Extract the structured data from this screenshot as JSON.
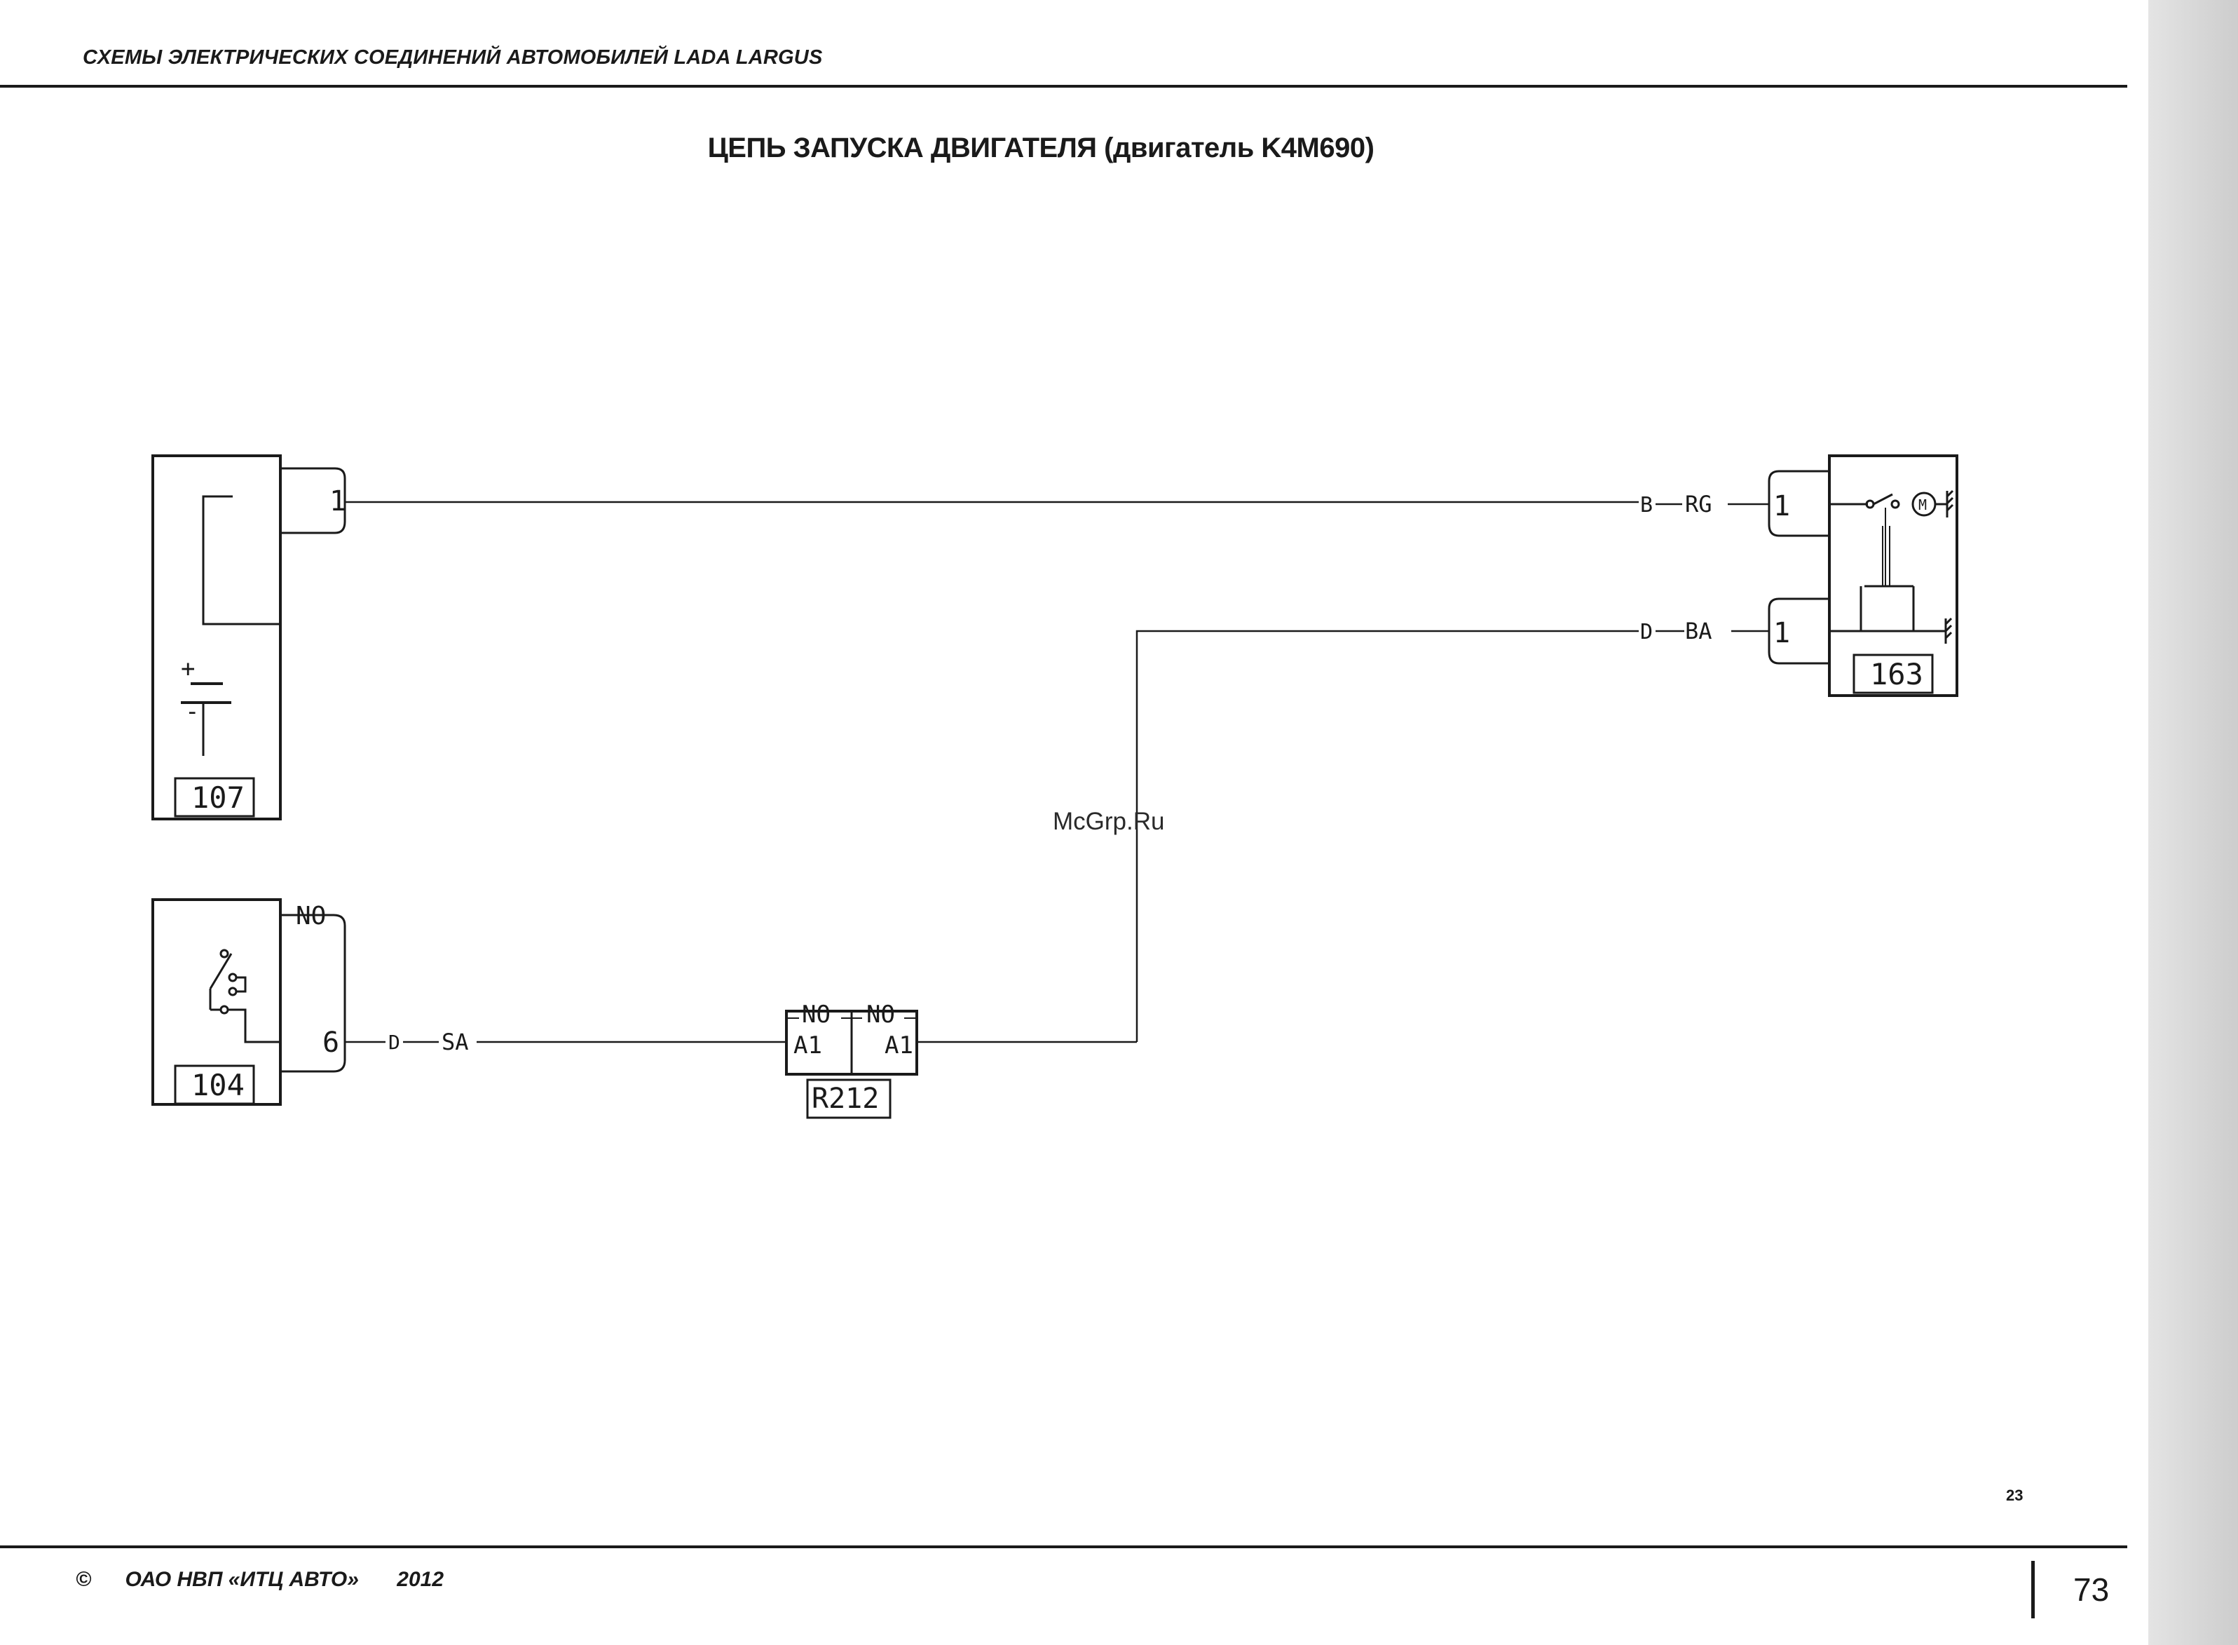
{
  "header": {
    "title": "СХЕМЫ ЭЛЕКТРИЧЕСКИХ СОЕДИНЕНИЙ АВТОМОБИЛЕЙ LADA LARGUS"
  },
  "diagram": {
    "title": "ЦЕПЬ ЗАПУСКА ДВИГАТЕЛЯ (двигатель K4M690)",
    "components": {
      "battery": {
        "id": "107",
        "pin": "1",
        "plus": "+",
        "minus": "-"
      },
      "starter": {
        "id": "163",
        "pin_top": "1",
        "pin_bottom": "1",
        "motor": "M"
      },
      "switch": {
        "id": "104",
        "pin_no": "NO",
        "pin_6": "6"
      },
      "relay": {
        "id": "R212",
        "left_no": "NO",
        "left_a1": "A1",
        "right_no": "NO",
        "right_a1": "A1"
      }
    },
    "wires": {
      "top": {
        "letter": "B",
        "code": "RG"
      },
      "middle": {
        "letter": "D",
        "code": "BA"
      },
      "bottom": {
        "letter": "D",
        "code": "SA"
      }
    }
  },
  "watermark": "McGrp.Ru",
  "sub_page": "23",
  "footer": {
    "copyright_symbol": "©",
    "publisher": "ОАО НВП «ИТЦ АВТО»",
    "year": "2012"
  },
  "page_number": "73"
}
